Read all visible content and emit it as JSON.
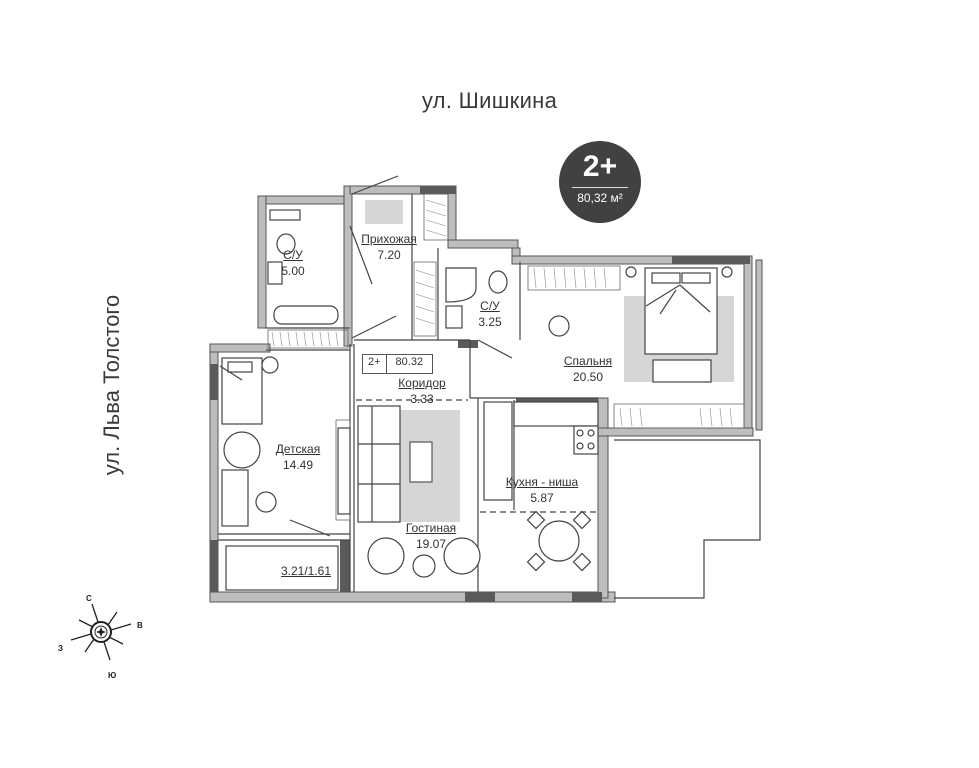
{
  "streets": {
    "top": "ул. Шишкина",
    "left": "ул. Льва Толстого"
  },
  "badge": {
    "rooms": "2+",
    "area": "80,32 м²",
    "bg_color": "#414141"
  },
  "apartment_tag": {
    "type": "2+",
    "area": "80.32"
  },
  "rooms": [
    {
      "name": "С/У",
      "area": "5.00"
    },
    {
      "name": "Прихожая",
      "area": "7.20"
    },
    {
      "name": "С/У",
      "area": "3.25"
    },
    {
      "name": "Спальня",
      "area": "20.50"
    },
    {
      "name": "Коридор",
      "area": "3.33"
    },
    {
      "name": "Детская",
      "area": "14.49"
    },
    {
      "name": "Кухня - ниша",
      "area": "5.87"
    },
    {
      "name": "Гостиная",
      "area": "19.07"
    },
    {
      "name": "",
      "area": "3.21/1.61"
    }
  ],
  "compass": {
    "north": "С",
    "east": "В",
    "south": "Ю",
    "west": "З"
  },
  "colors": {
    "wall": "#bdbdbd",
    "wall_dark": "#5a5a5a",
    "rug": "#d6d6d6",
    "line": "#444444"
  }
}
